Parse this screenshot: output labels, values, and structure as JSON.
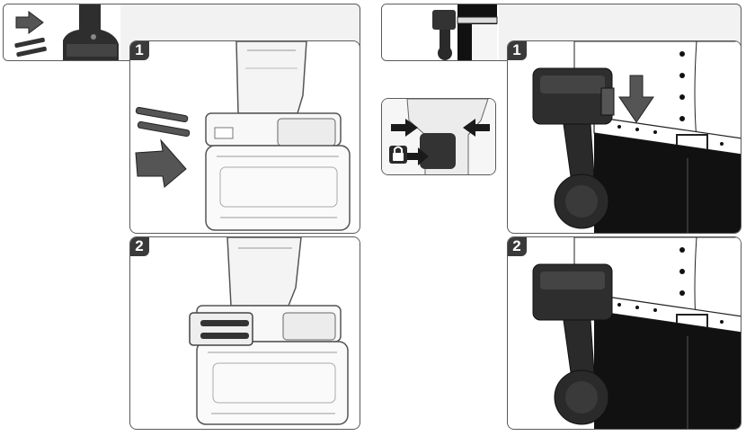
{
  "steps": {
    "left_1": "1",
    "left_2": "2",
    "right_1": "1",
    "right_2": "2"
  },
  "icons": [
    "arrow-right-icon",
    "screwdriver-bits-icon",
    "lock-icon",
    "arrow-down-icon",
    "arrow-left-icon"
  ],
  "colors": {
    "frame": "#5a5a5a",
    "header_bg": "#f2f2f2",
    "badge": "#3a3a3a",
    "tool_dark": "#2e2e2e",
    "pants": "#111111"
  }
}
